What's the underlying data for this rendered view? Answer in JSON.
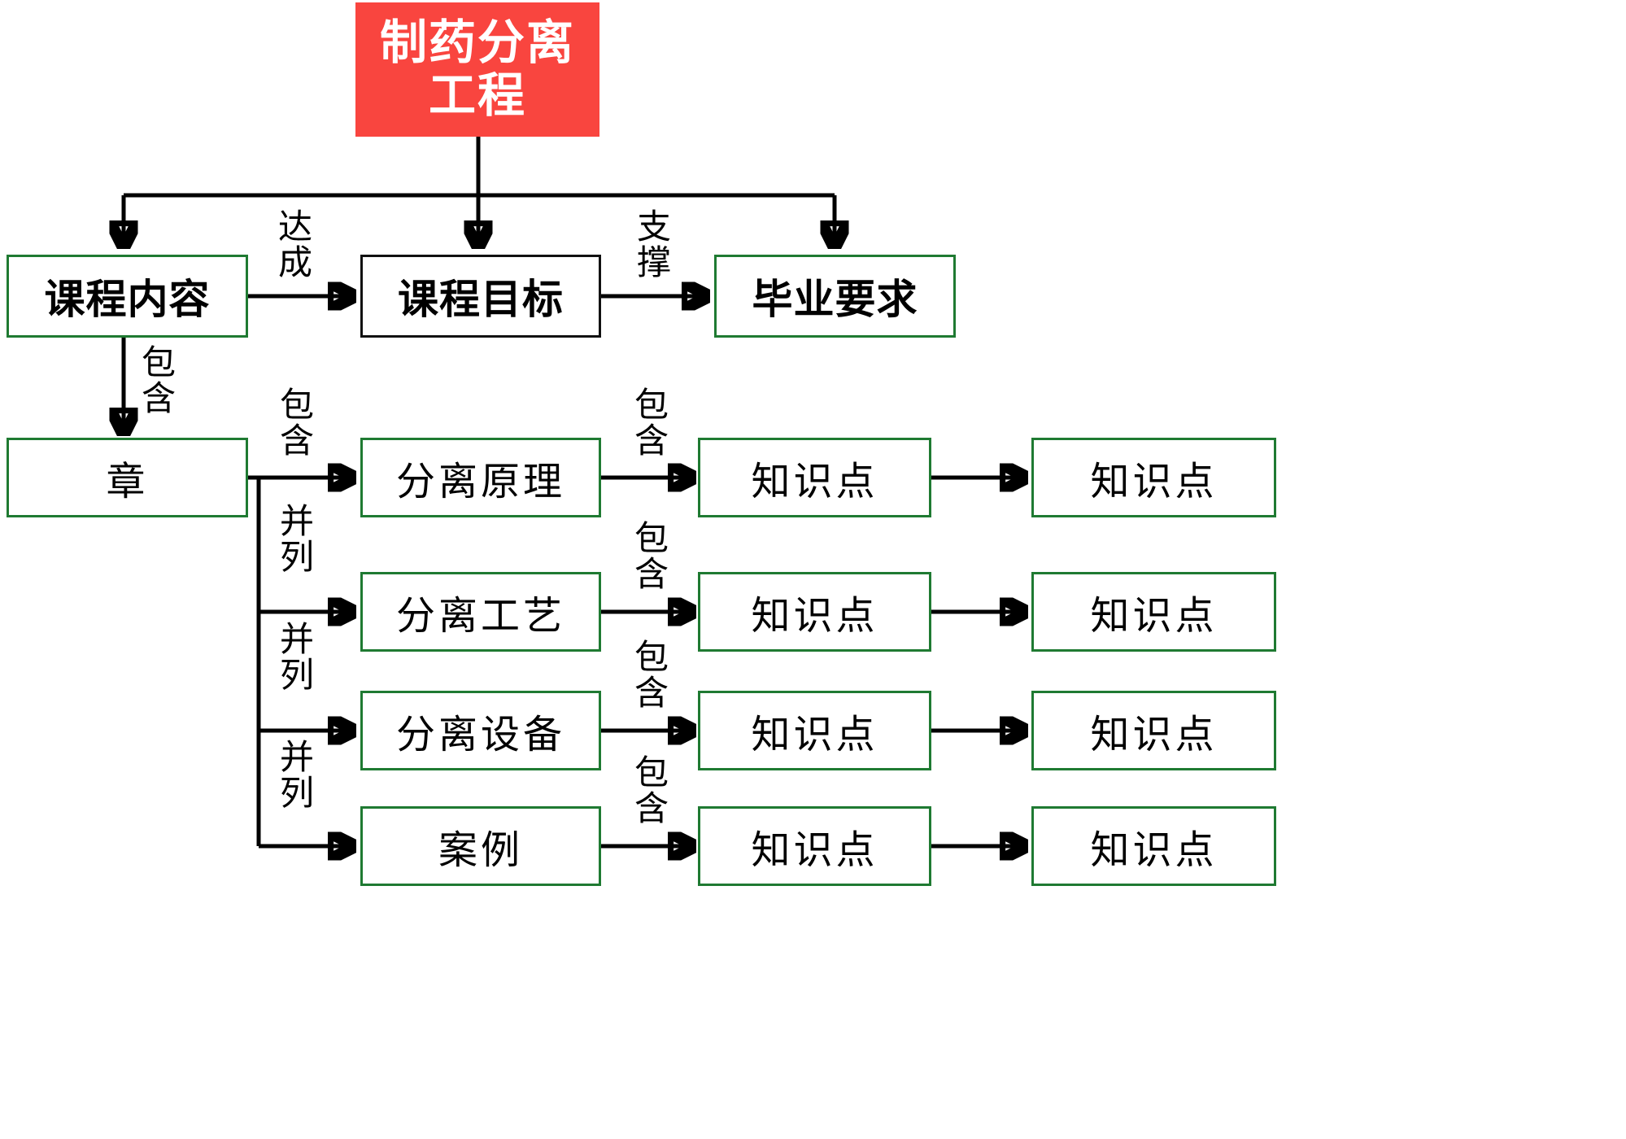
{
  "diagram": {
    "title_node": {
      "label": "制药分离\n工程",
      "line1": "制药分离",
      "line2": "工程",
      "fill": "#F9453F",
      "text_color": "#FFFFFF"
    },
    "colors": {
      "green_border": "#1F7A32",
      "black_border": "#111111",
      "red_fill": "#F9453F",
      "line": "#000000",
      "background": "#FFFFFF"
    },
    "row_main": [
      {
        "label": "课程内容",
        "border": "green"
      },
      {
        "label": "课程目标",
        "border": "black"
      },
      {
        "label": "毕业要求",
        "border": "green"
      }
    ],
    "chapter_node": {
      "label": "章",
      "border": "green"
    },
    "topic_nodes": [
      {
        "label": "分离原理",
        "border": "green"
      },
      {
        "label": "分离工艺",
        "border": "green"
      },
      {
        "label": "分离设备",
        "border": "green"
      },
      {
        "label": "案例",
        "border": "green"
      }
    ],
    "knowledge_nodes": [
      {
        "label": "知识点",
        "border": "green"
      },
      {
        "label": "知识点",
        "border": "green"
      },
      {
        "label": "知识点",
        "border": "green"
      },
      {
        "label": "知识点",
        "border": "green"
      },
      {
        "label": "知识点",
        "border": "green"
      },
      {
        "label": "知识点",
        "border": "green"
      },
      {
        "label": "知识点",
        "border": "green"
      },
      {
        "label": "知识点",
        "border": "green"
      }
    ],
    "edge_labels": {
      "achieve": "达\n成",
      "support": "支\n撑",
      "contain_chapter": "包\n含",
      "contain_topics": "包\n含",
      "parallel_1": "并\n列",
      "parallel_2": "并\n列",
      "parallel_3": "并\n列",
      "contain_kp_1": "包\n含",
      "contain_kp_2": "包\n含",
      "contain_kp_3": "包\n含",
      "contain_kp_4": "包\n含"
    }
  }
}
